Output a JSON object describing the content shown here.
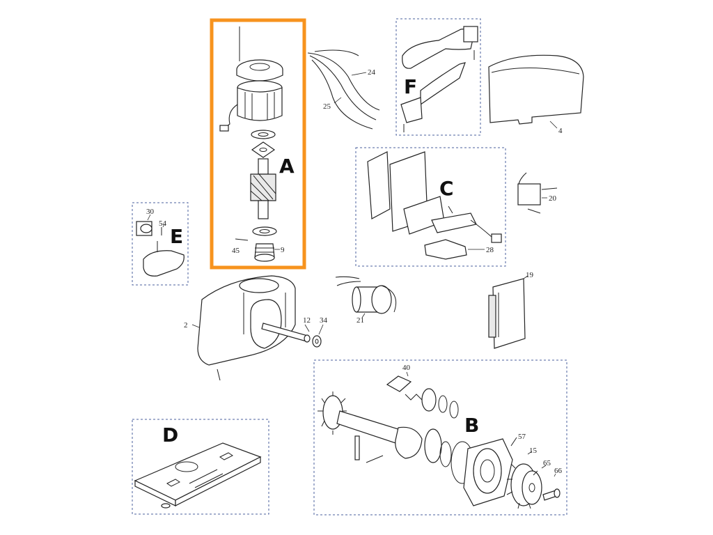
{
  "diagram": {
    "section_letters": {
      "A": "A",
      "B": "B",
      "C": "C",
      "D": "D",
      "E": "E",
      "F": "F"
    },
    "part_numbers": {
      "n2": "2",
      "n4": "4",
      "n9": "9",
      "n12": "12",
      "n15": "15",
      "n19": "19",
      "n20": "20",
      "n21": "21",
      "n24": "24",
      "n25": "25",
      "n28": "28",
      "n30": "30",
      "n34": "34",
      "n40": "40",
      "n45": "45",
      "n54": "54",
      "n57": "57",
      "n65": "65",
      "n66": "66"
    },
    "highlight_color": "#f7931e",
    "group_border_color": "#4a5f9c"
  }
}
